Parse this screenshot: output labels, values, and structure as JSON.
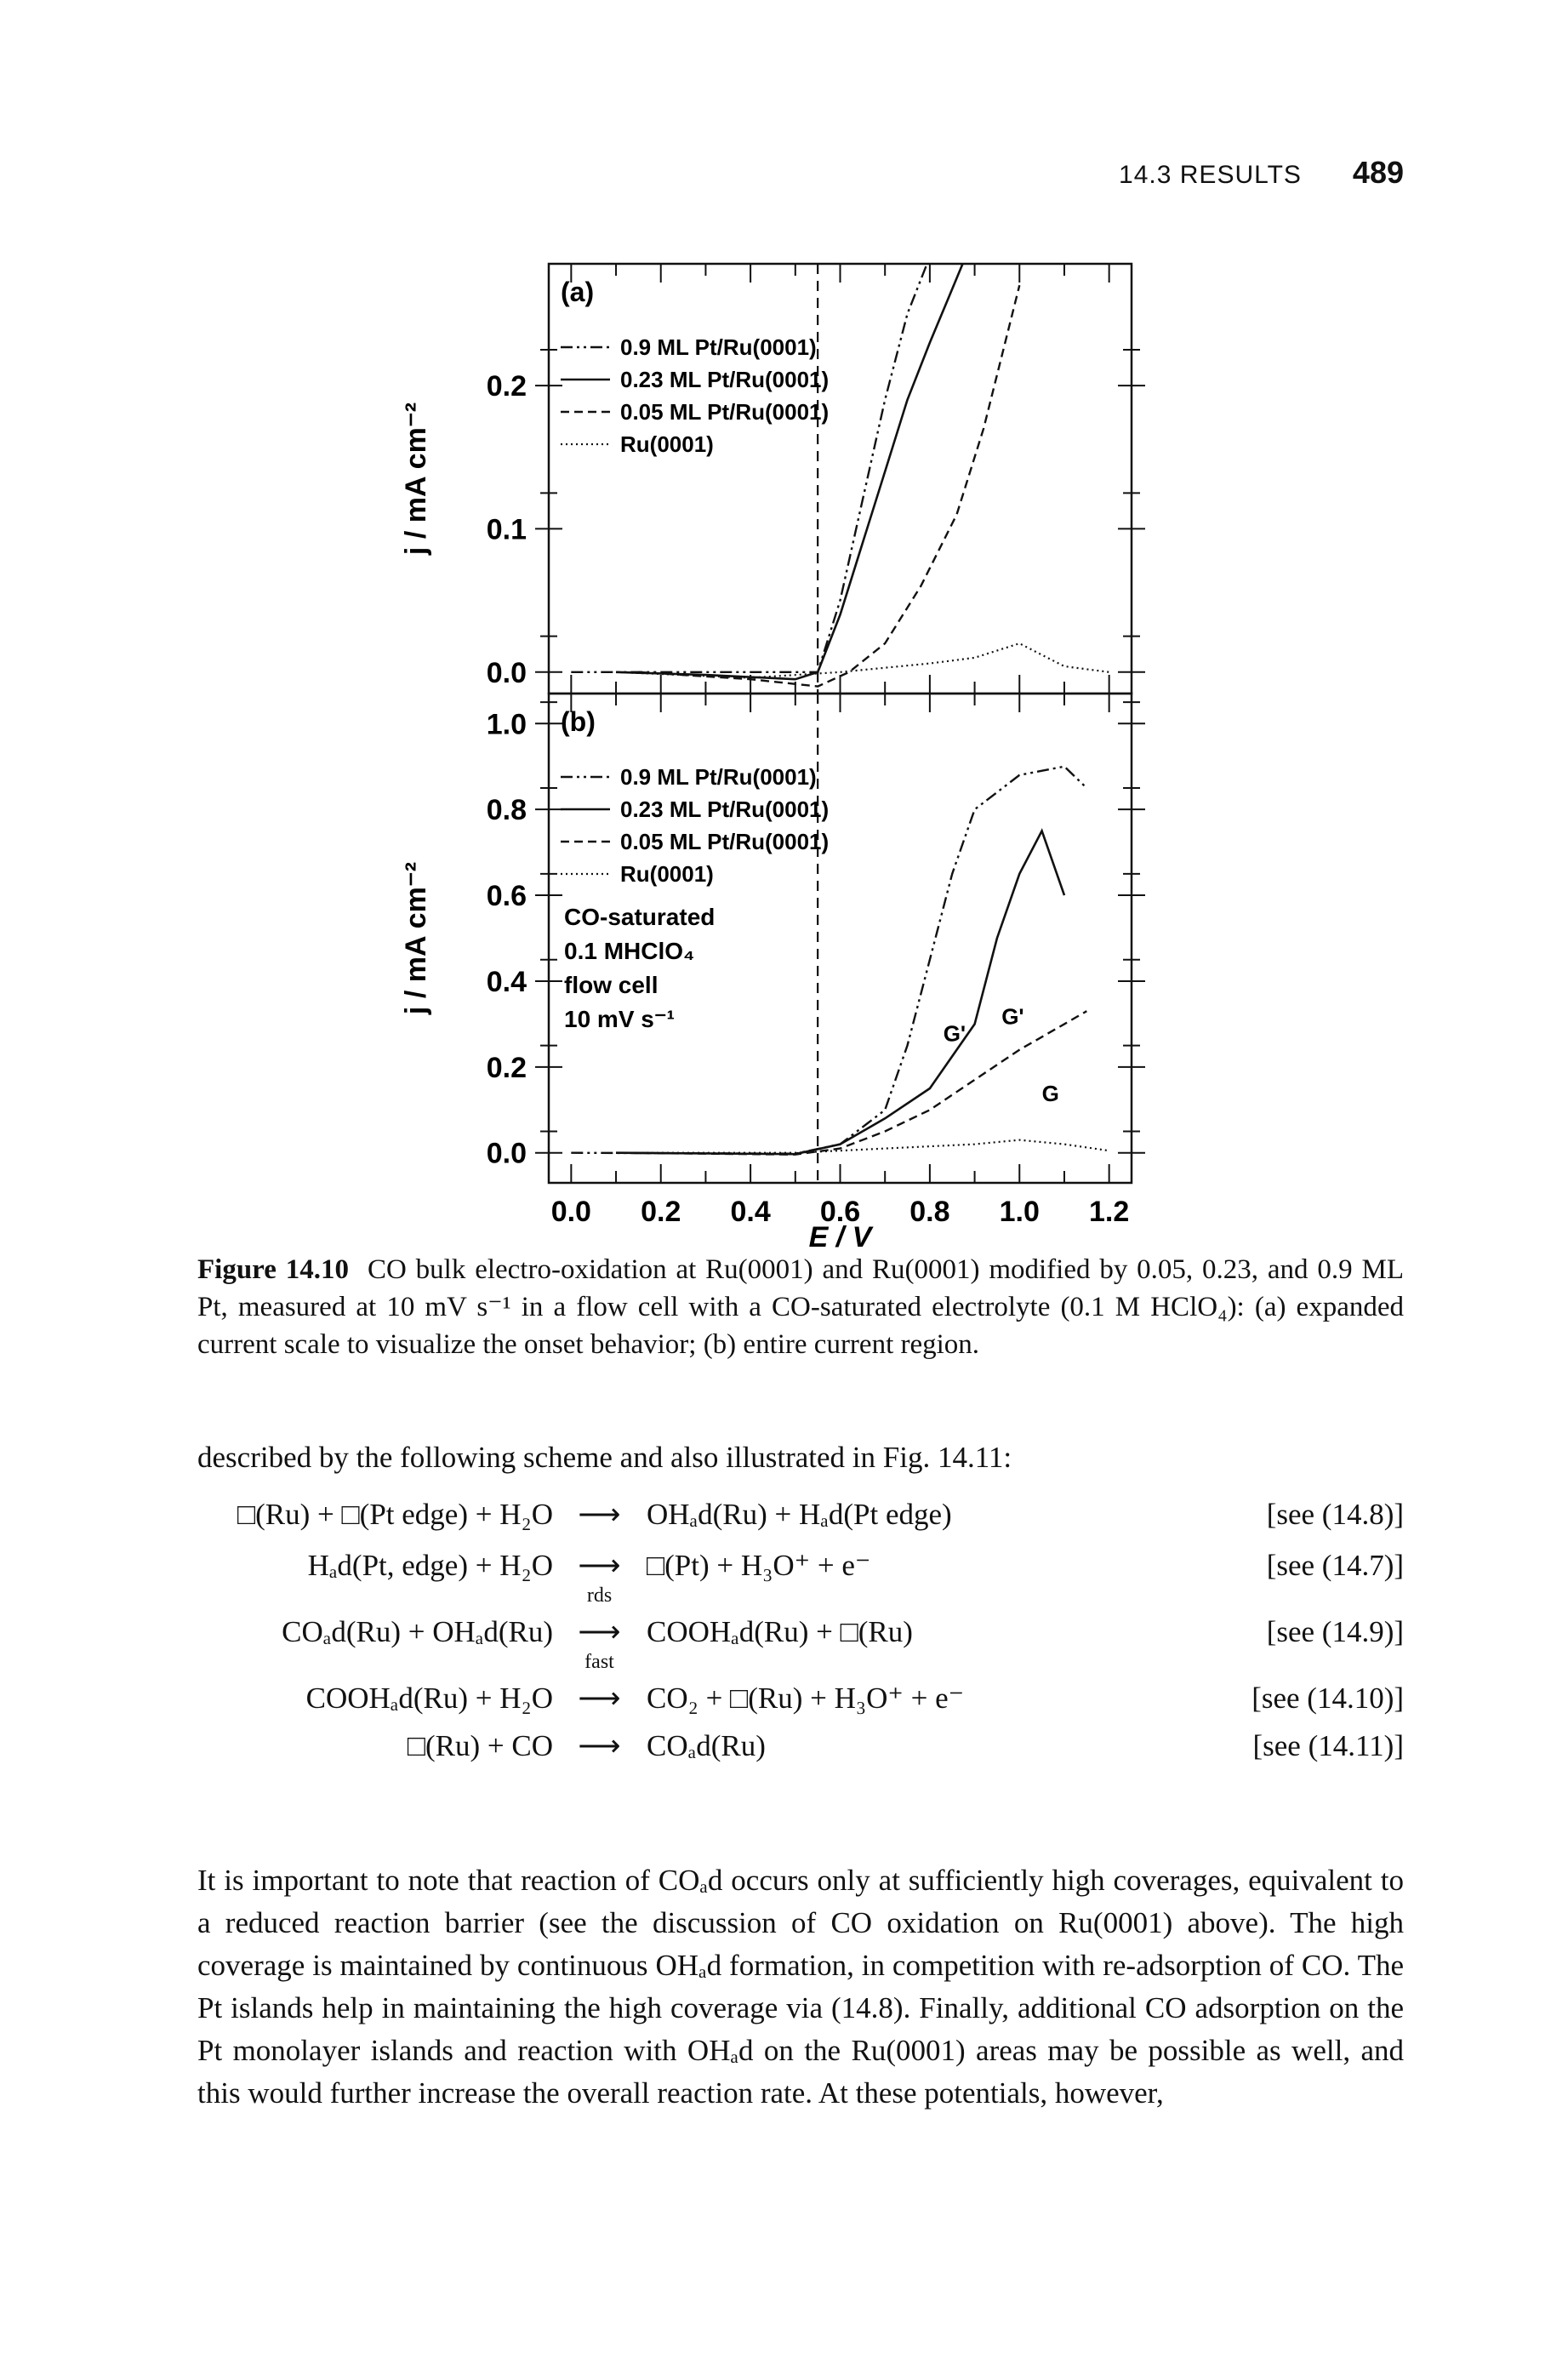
{
  "header": {
    "section": "14.3 RESULTS",
    "page_number": "489"
  },
  "figure": {
    "panel_a": {
      "label": "(a)",
      "ylabel": "j / mA cm⁻²",
      "yticks": [
        "0.0",
        "0.1",
        "0.2"
      ],
      "legend": [
        "0.9 ML Pt/Ru(0001)",
        "0.23 ML Pt/Ru(0001)",
        "0.05 ML Pt/Ru(0001)",
        "Ru(0001)"
      ]
    },
    "panel_b": {
      "label": "(b)",
      "ylabel": "j / mA cm⁻²",
      "yticks": [
        "0.0",
        "0.2",
        "0.4",
        "0.6",
        "0.8",
        "1.0"
      ],
      "legend": [
        "0.9 ML Pt/Ru(0001)",
        "0.23 ML Pt/Ru(0001)",
        "0.05 ML Pt/Ru(0001)",
        "Ru(0001)"
      ],
      "conditions": [
        "CO-saturated",
        "0.1 MHClO₄",
        "flow cell",
        "10 mV s⁻¹"
      ],
      "annotations": [
        "G'",
        "G'",
        "G"
      ]
    },
    "xticks": [
      "0.0",
      "0.2",
      "0.4",
      "0.6",
      "0.8",
      "1.0",
      "1.2"
    ],
    "xlabel": "E / V"
  },
  "chart_data": [
    {
      "type": "line",
      "title": "(a)",
      "xlabel": "E / V",
      "ylabel": "j / mA cm⁻²",
      "xlim": [
        -0.05,
        1.25
      ],
      "ylim": [
        -0.015,
        0.285
      ],
      "series": [
        {
          "name": "0.9 ML Pt/Ru(0001)",
          "x": [
            0.0,
            0.3,
            0.55,
            0.6,
            0.65,
            0.7,
            0.75,
            0.8
          ],
          "y": [
            0.0,
            0.0,
            0.0,
            0.05,
            0.12,
            0.19,
            0.25,
            0.29
          ]
        },
        {
          "name": "0.23 ML Pt/Ru(0001)",
          "x": [
            0.1,
            0.3,
            0.5,
            0.55,
            0.6,
            0.65,
            0.7,
            0.75,
            0.8,
            0.84,
            0.88
          ],
          "y": [
            0.0,
            -0.002,
            -0.005,
            0.0,
            0.04,
            0.09,
            0.14,
            0.19,
            0.23,
            0.26,
            0.29
          ]
        },
        {
          "name": "0.05 ML Pt/Ru(0001)",
          "x": [
            0.15,
            0.4,
            0.55,
            0.62,
            0.7,
            0.78,
            0.86,
            0.92,
            0.96,
            1.0
          ],
          "y": [
            0.0,
            -0.005,
            -0.01,
            0.0,
            0.02,
            0.06,
            0.11,
            0.17,
            0.22,
            0.27
          ]
        },
        {
          "name": "Ru(0001)",
          "x": [
            0.1,
            0.4,
            0.6,
            0.8,
            0.9,
            1.0,
            1.05,
            1.1,
            1.2
          ],
          "y": [
            0.0,
            -0.004,
            0.0,
            0.006,
            0.01,
            0.02,
            0.012,
            0.004,
            0.0
          ]
        }
      ]
    },
    {
      "type": "line",
      "title": "(b)",
      "xlabel": "E / V",
      "ylabel": "j / mA cm⁻²",
      "xlim": [
        -0.05,
        1.25
      ],
      "ylim": [
        -0.07,
        1.07
      ],
      "series": [
        {
          "name": "0.9 ML Pt/Ru(0001)",
          "x": [
            0.0,
            0.5,
            0.6,
            0.7,
            0.75,
            0.8,
            0.85,
            0.9,
            1.0,
            1.1,
            1.15
          ],
          "y": [
            0.0,
            -0.002,
            0.02,
            0.1,
            0.25,
            0.45,
            0.65,
            0.8,
            0.88,
            0.9,
            0.85
          ]
        },
        {
          "name": "0.23 ML Pt/Ru(0001)",
          "x": [
            0.1,
            0.5,
            0.6,
            0.7,
            0.8,
            0.9,
            0.95,
            1.0,
            1.05,
            1.1
          ],
          "y": [
            0.0,
            -0.003,
            0.02,
            0.08,
            0.15,
            0.3,
            0.5,
            0.65,
            0.75,
            0.6
          ]
        },
        {
          "name": "0.05 ML Pt/Ru(0001)",
          "x": [
            0.1,
            0.5,
            0.6,
            0.7,
            0.8,
            0.9,
            1.0,
            1.1,
            1.15
          ],
          "y": [
            0.0,
            -0.004,
            0.01,
            0.05,
            0.1,
            0.17,
            0.24,
            0.3,
            0.33
          ]
        },
        {
          "name": "Ru(0001)",
          "x": [
            0.1,
            0.5,
            0.7,
            0.9,
            1.0,
            1.1,
            1.2
          ],
          "y": [
            0.0,
            0.0,
            0.01,
            0.02,
            0.03,
            0.02,
            0.005
          ]
        }
      ]
    }
  ],
  "caption": {
    "label": "Figure 14.10",
    "text": "CO bulk electro-oxidation at Ru(0001) and Ru(0001) modified by 0.05, 0.23, and 0.9 ML Pt, measured at 10 mV s⁻¹ in a flow cell with a CO-saturated electrolyte (0.1 M HClO₄): (a) expanded current scale to visualize the onset behavior; (b) entire current region."
  },
  "intro": "described by the following scheme and also illustrated in Fig. 14.11:",
  "equations": [
    {
      "lhs": "□(Ru) + □(Pt edge) + H₂O",
      "over": "",
      "rhs": "OHₐd(Ru) + Hₐd(Pt edge)",
      "ref": "[see (14.8)]"
    },
    {
      "lhs": "Hₐd(Pt, edge) + H₂O",
      "over": "",
      "rhs": "□(Pt) + H₃O⁺ + e⁻",
      "ref": "[see (14.7)]"
    },
    {
      "lhs": "COₐd(Ru) + OHₐd(Ru)",
      "over": "rds",
      "rhs": "COOHₐd(Ru) + □(Ru)",
      "ref": "[see (14.9)]"
    },
    {
      "lhs": "COOHₐd(Ru) + H₂O",
      "over": "fast",
      "rhs": "CO₂ + □(Ru) + H₃O⁺ + e⁻",
      "ref": "[see (14.10)]"
    },
    {
      "lhs": "□(Ru) + CO",
      "over": "",
      "rhs": "COₐd(Ru)",
      "ref": "[see (14.11)]"
    }
  ],
  "arrow_symbol": "⟶",
  "body": "It is important to note that reaction of COₐd occurs only at sufficiently high coverages, equivalent to a reduced reaction barrier (see the discussion of CO oxidation on Ru(0001) above). The high coverage is maintained by continuous OHₐd formation, in competition with re-adsorption of CO. The Pt islands help in maintaining the high coverage via (14.8). Finally, additional CO adsorption on the Pt monolayer islands and reaction with OHₐd on the Ru(0001) areas may be possible as well, and this would further increase the overall reaction rate. At these potentials, however,"
}
